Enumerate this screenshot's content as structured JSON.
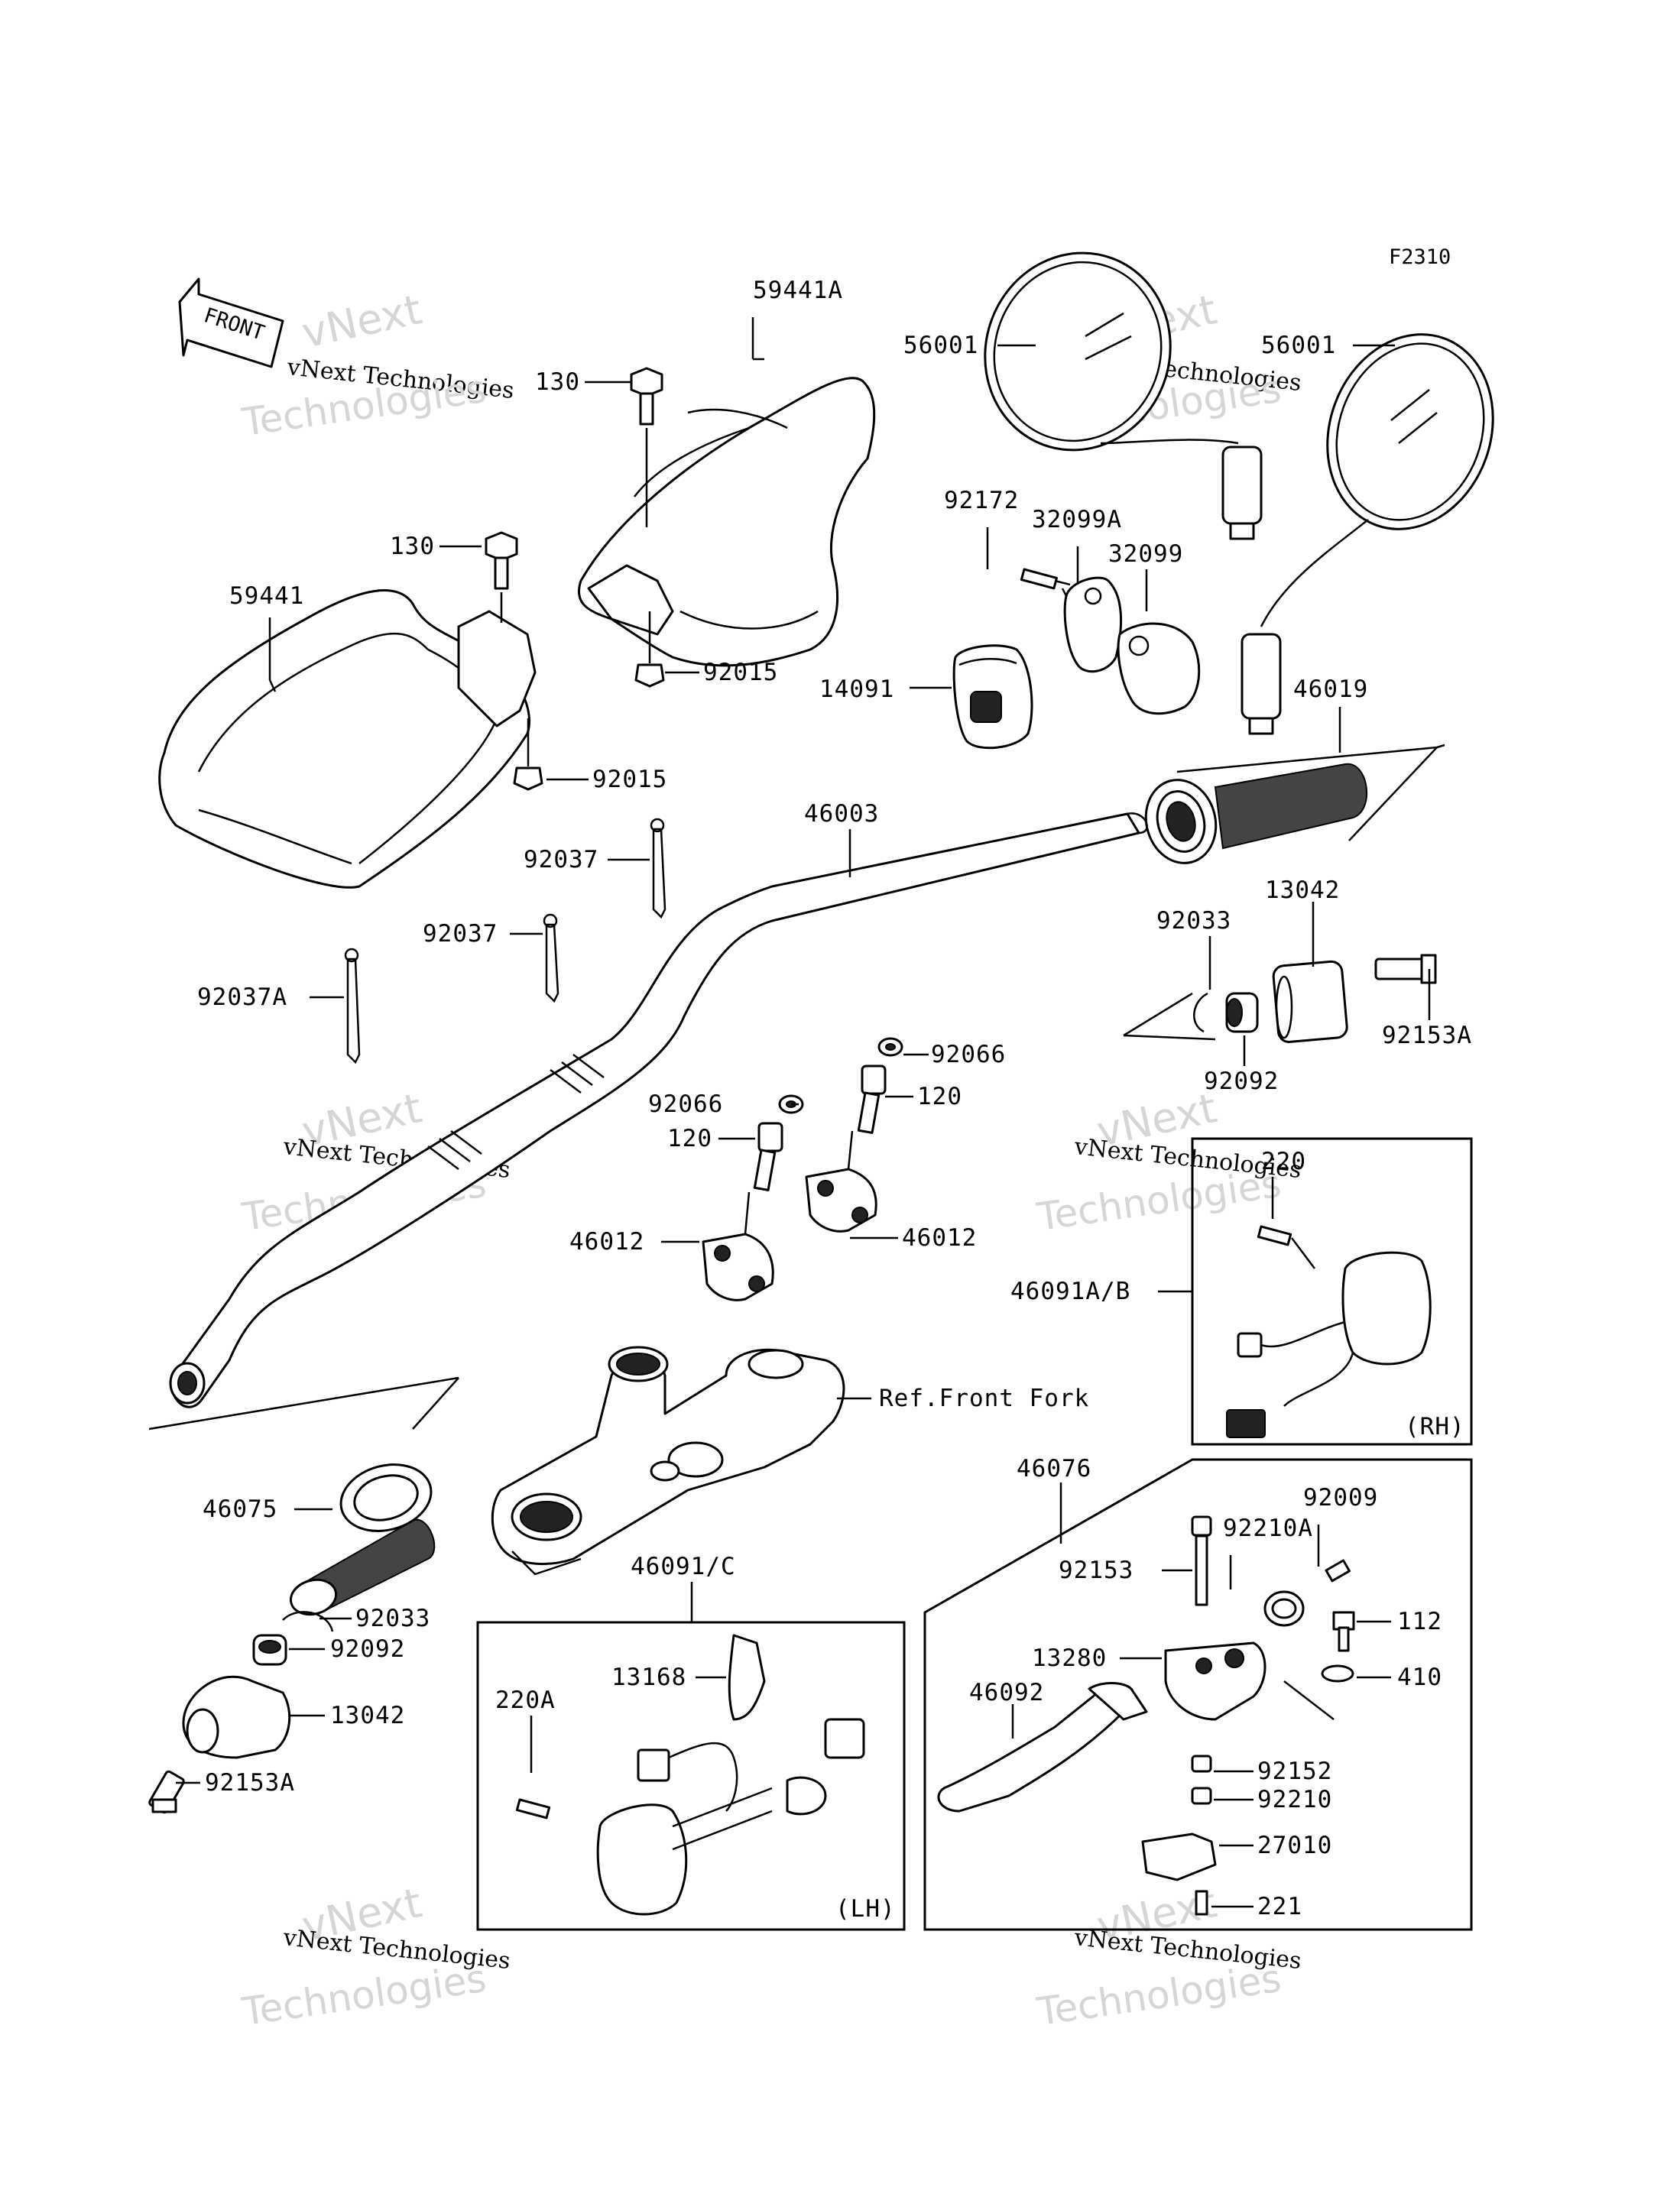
{
  "figure_code": "F2310",
  "front_label": "FRONT",
  "watermark": {
    "line1": "vNext",
    "line2": "vNext Technologies",
    "line3": "Technologies"
  },
  "labels": {
    "p59441A": "59441A",
    "p130a": "130",
    "p130b": "130",
    "p59441": "59441",
    "p92015a": "92015",
    "p92015b": "92015",
    "p56001a": "56001",
    "p56001b": "56001",
    "p92172": "92172",
    "p32099A": "32099A",
    "p32099": "32099",
    "p14091": "14091",
    "p46019": "46019",
    "p46003": "46003",
    "p92037a": "92037",
    "p92037b": "92037",
    "p92037A": "92037A",
    "p13042a": "13042",
    "p92033a": "92033",
    "p92153Aa": "92153A",
    "p92092a": "92092",
    "p92066a": "92066",
    "p92066b": "92066",
    "p120a": "120",
    "p120b": "120",
    "p46012a": "46012",
    "p46012b": "46012",
    "p220": "220",
    "p46091AB": "46091A/B",
    "rh": "(RH)",
    "ref_front_fork": "Ref.Front Fork",
    "p46075": "46075",
    "p92033b": "92033",
    "p92092b": "92092",
    "p13042b": "13042",
    "p92153Ab": "92153A",
    "p46076": "46076",
    "p92009": "92009",
    "p92210A": "92210A",
    "p92153": "92153",
    "p112": "112",
    "p13280": "13280",
    "p410": "410",
    "p46092": "46092",
    "p92152": "92152",
    "p92210": "92210",
    "p27010": "27010",
    "p221": "221",
    "p46091C": "46091/C",
    "p13168": "13168",
    "p220A": "220A",
    "lh": "(LH)"
  }
}
